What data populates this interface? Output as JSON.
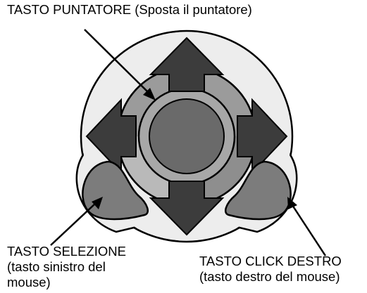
{
  "labels": {
    "pointer_key": {
      "line1": "TASTO PUNTATORE (Sposta il puntatore)"
    },
    "select_key": {
      "line1": "TASTO SELEZIONE",
      "line2": "(tasto sinistro del",
      "line3": "mouse)"
    },
    "right_click_key": {
      "line1": "TASTO CLICK DESTRO",
      "line2": "(tasto destro del mouse)"
    }
  },
  "colors": {
    "outline": "#000000",
    "pad_light": "#ededed",
    "pad_mid": "#9b9b9b",
    "pad_dark": "#7f7f7f",
    "center_button": "#6a6a6a",
    "arrow": "#3c3c3c",
    "side_buttons": "#7c7c7c",
    "quadrant_highlight": "#b9b9b9"
  }
}
